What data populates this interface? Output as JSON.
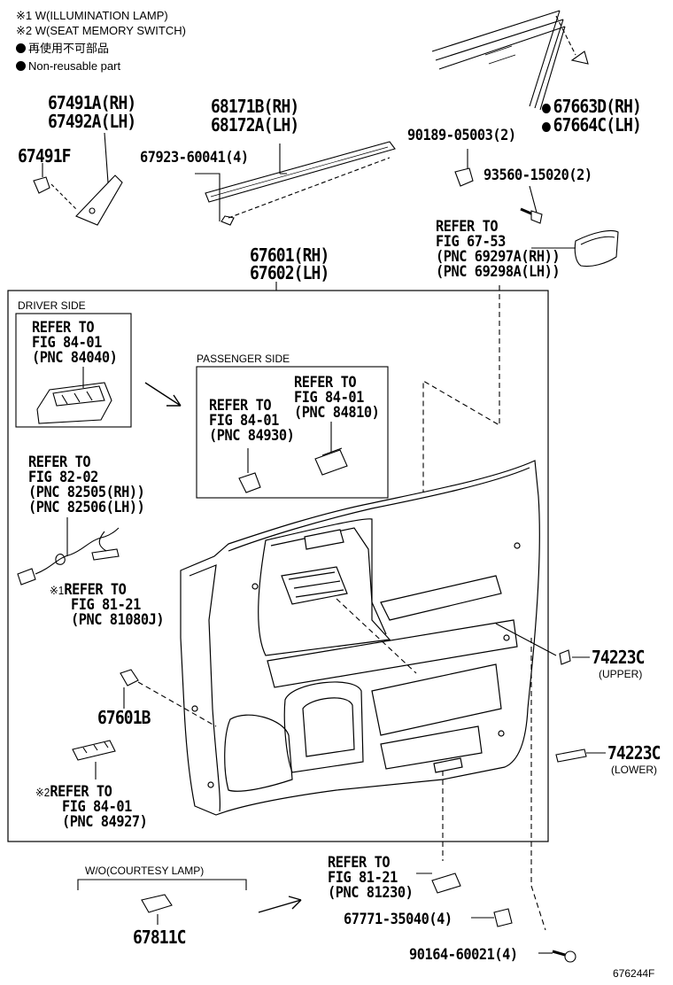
{
  "legend": {
    "note1": "※1 W(ILLUMINATION LAMP)",
    "note2": "※2 W(SEAT MEMORY SWITCH)",
    "non_reusable_jp": "再使用不可部品",
    "non_reusable_en": "Non-reusable part"
  },
  "parts": {
    "p67491a": "67491A(RH)",
    "p67492a": "67492A(LH)",
    "p67491f": "67491F",
    "p68171b": "68171B(RH)",
    "p68172a": "68172A(LH)",
    "p67923": "67923-60041(4)",
    "p67663d": "67663D(RH)",
    "p67664c": "67664C(LH)",
    "p90189": "90189-05003(2)",
    "p93560": "93560-15020(2)",
    "p67601": "67601(RH)",
    "p67602": "67602(LH)",
    "p67601b": "67601B",
    "p74223c_upper": "74223C",
    "upper": "(UPPER)",
    "p74223c_lower": "74223C",
    "lower": "(LOWER)",
    "p67811c": "67811C",
    "p67771": "67771-35040(4)",
    "p90164": "90164-60021(4)"
  },
  "refs": {
    "fig6753": {
      "l1": "REFER TO",
      "l2": "FIG 67-53",
      "l3": "(PNC 69297A(RH))",
      "l4": "(PNC 69298A(LH))"
    },
    "driver_box": {
      "l1": "REFER TO",
      "l2": "FIG 84-01",
      "l3": "(PNC 84040)"
    },
    "pass_a": {
      "l1": "REFER TO",
      "l2": "FIG 84-01",
      "l3": "(PNC 84930)"
    },
    "pass_b": {
      "l1": "REFER TO",
      "l2": "FIG 84-01",
      "l3": "(PNC 84810)"
    },
    "fig8202": {
      "l1": "REFER TO",
      "l2": "FIG 82-02",
      "l3": "(PNC 82505(RH))",
      "l4": "(PNC 82506(LH))"
    },
    "fig8121a": {
      "mark": "※1",
      "l1": "REFER TO",
      "l2": "FIG 81-21",
      "l3": "(PNC 81080J)"
    },
    "fig8401c": {
      "mark": "※2",
      "l1": "REFER TO",
      "l2": "FIG 84-01",
      "l3": "(PNC 84927)"
    },
    "fig8121b": {
      "l1": "REFER TO",
      "l2": "FIG 81-21",
      "l3": "(PNC 81230)"
    }
  },
  "sections": {
    "driver_side": "DRIVER SIDE",
    "passenger_side": "PASSENGER SIDE",
    "wo_courtesy": "W/O(COURTESY LAMP)"
  },
  "figure_id": "676244F"
}
